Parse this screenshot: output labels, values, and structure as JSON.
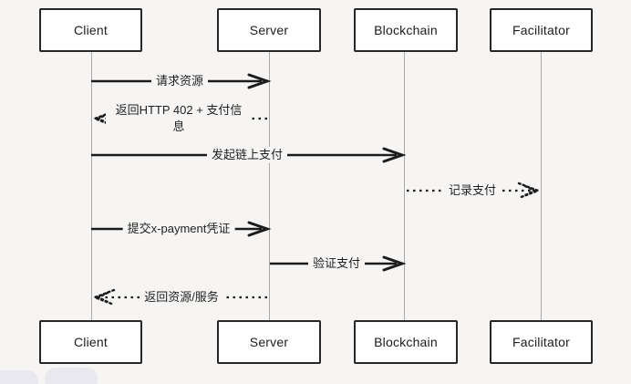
{
  "diagram": {
    "type": "sequence-diagram",
    "style": "hand-drawn",
    "actors": [
      {
        "id": "client",
        "label": "Client"
      },
      {
        "id": "server",
        "label": "Server"
      },
      {
        "id": "blockchain",
        "label": "Blockchain"
      },
      {
        "id": "facilitator",
        "label": "Facilitator"
      }
    ],
    "messages": [
      {
        "from": "client",
        "to": "server",
        "style": "solid",
        "label": "请求资源"
      },
      {
        "from": "server",
        "to": "client",
        "style": "dashed",
        "label": "返回HTTP 402 + 支付信息"
      },
      {
        "from": "client",
        "to": "blockchain",
        "style": "solid",
        "label": "发起链上支付"
      },
      {
        "from": "blockchain",
        "to": "facilitator",
        "style": "dashed",
        "label": "记录支付"
      },
      {
        "from": "client",
        "to": "server",
        "style": "solid",
        "label": "提交x-payment凭证"
      },
      {
        "from": "server",
        "to": "blockchain",
        "style": "solid",
        "label": "验证支付"
      },
      {
        "from": "server",
        "to": "client",
        "style": "dashed",
        "label": "返回资源/服务"
      }
    ],
    "colors": {
      "background": "#f6f5f4",
      "stroke": "#1c1c1c",
      "lifeline": "#a8a8a8",
      "box_fill": "#fefefe",
      "fragment_fill": "#e9e8ef"
    }
  }
}
